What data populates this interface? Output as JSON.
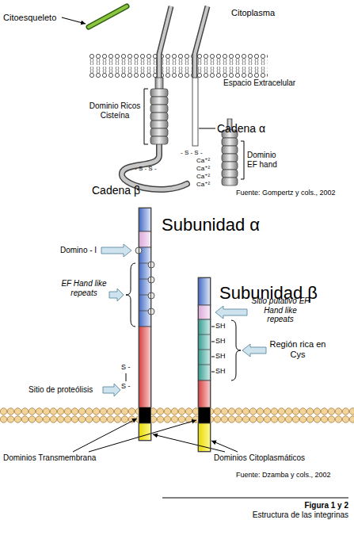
{
  "diagram": {
    "caption": "Figura 1 y 2",
    "nodes": [
      {
        "text": [
          "Subunidad α"
        ]
      },
      {
        "text": [
          "Subunidad β"
        ]
      }
    ],
    "labels": [
      "Citoesqueleto",
      "Citoplasma",
      "Espacio Extracelular",
      "Dominio Ricos Cisteína",
      "Cadena α",
      "- S - S -",
      "- S - S -",
      "Ca⁺²",
      "Ca⁺²",
      "Ca⁺²",
      "Ca⁺²",
      "Dominio EF hand",
      "Cadena β",
      "Fuente: Gompertz y cols., 2002",
      "Domino - I",
      "EF Hand like repeats",
      "Sitio de proteólisis",
      "S -",
      "S -",
      "Sitio putativo EF Hand like repeats",
      "SH",
      "SH",
      "SH",
      "SH",
      "Región rica en Cys",
      "Dominios Transmembrana",
      "Dominios Citoplasmáticos",
      "Fuente: Dzamba y cols., 2002",
      "Estructura de las integrinas"
    ]
  }
}
